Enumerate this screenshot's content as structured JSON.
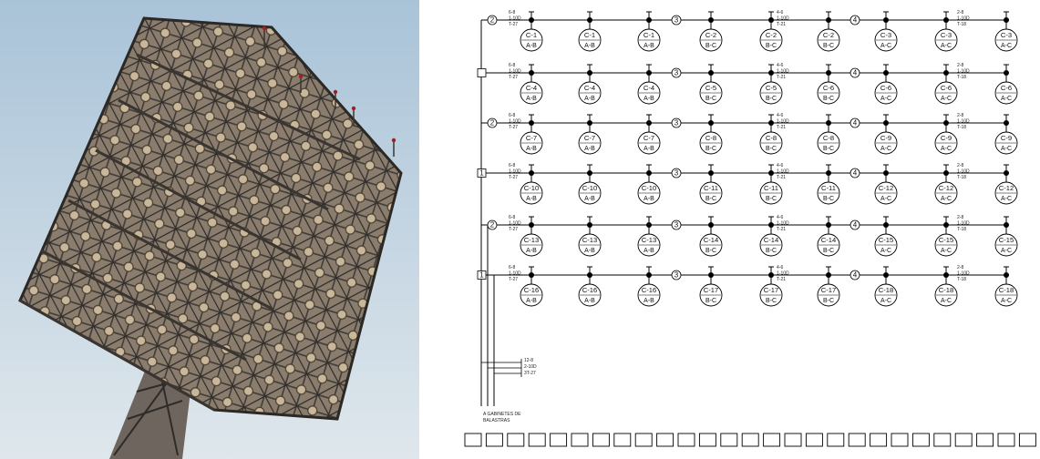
{
  "photo": {
    "subject": "stadium floodlight tower with lamp array against blue sky"
  },
  "diagram": {
    "circuit_markers": [
      "2",
      "3",
      "4"
    ],
    "segment_labels": {
      "left": [
        "6-8",
        "1-10D",
        "T-27"
      ],
      "mid": [
        "4-6",
        "1-10D",
        "T-21"
      ],
      "right": [
        "2-8",
        "1-10D",
        "T-18"
      ]
    },
    "rows": [
      {
        "start_marker": "2",
        "start_shape": "circle",
        "ids": [
          "C-1",
          "C-1",
          "C-1",
          "C-2",
          "C-2",
          "C-2",
          "C-3",
          "C-3",
          "C-3"
        ],
        "phases": [
          "A-B",
          "A-B",
          "A-B",
          "B-C",
          "B-C",
          "B-C",
          "A-C",
          "A-C",
          "A-C"
        ]
      },
      {
        "start_marker": "",
        "start_shape": "square",
        "ids": [
          "C-4",
          "C-4",
          "C-4",
          "C-5",
          "C-5",
          "C-6",
          "C-6",
          "C-6",
          "C-6"
        ],
        "phases": [
          "A-B",
          "A-B",
          "A-B",
          "B-C",
          "B-C",
          "B-C",
          "A-C",
          "A-C",
          "A-C"
        ]
      },
      {
        "start_marker": "2",
        "start_shape": "circle",
        "ids": [
          "C-7",
          "C-7",
          "C-7",
          "C-8",
          "C-8",
          "C-8",
          "C-9",
          "C-9",
          "C-9"
        ],
        "phases": [
          "A-B",
          "A-B",
          "A-B",
          "B-C",
          "B-C",
          "B-C",
          "A-C",
          "A-C",
          "A-C"
        ]
      },
      {
        "start_marker": "1",
        "start_shape": "square",
        "ids": [
          "C-10",
          "C-10",
          "C-10",
          "C-11",
          "C-11",
          "C-11",
          "C-12",
          "C-12",
          "C-12"
        ],
        "phases": [
          "A-B",
          "A-B",
          "A-B",
          "B-C",
          "B-C",
          "B-C",
          "A-C",
          "A-C",
          "A-C"
        ]
      },
      {
        "start_marker": "2",
        "start_shape": "circle",
        "ids": [
          "C-13",
          "C-13",
          "C-13",
          "C-14",
          "C-14",
          "C-14",
          "C-15",
          "C-15",
          "C-15"
        ],
        "phases": [
          "A-B",
          "A-B",
          "A-B",
          "B-C",
          "B-C",
          "B-C",
          "A-C",
          "A-C",
          "A-C"
        ]
      },
      {
        "start_marker": "1",
        "start_shape": "square",
        "ids": [
          "C-16",
          "C-16",
          "C-16",
          "C-17",
          "C-17",
          "C-17",
          "C-18",
          "C-18",
          "C-18"
        ],
        "phases": [
          "A-B",
          "A-B",
          "A-B",
          "B-C",
          "B-C",
          "B-C",
          "A-C",
          "A-C",
          "A-C"
        ]
      }
    ],
    "feeder_labels": [
      "12-8",
      "2-10D",
      "3T-27"
    ],
    "destination_label": [
      "A GABINETES DE",
      "BALASTRAS"
    ],
    "bottom_box_count": 27
  }
}
